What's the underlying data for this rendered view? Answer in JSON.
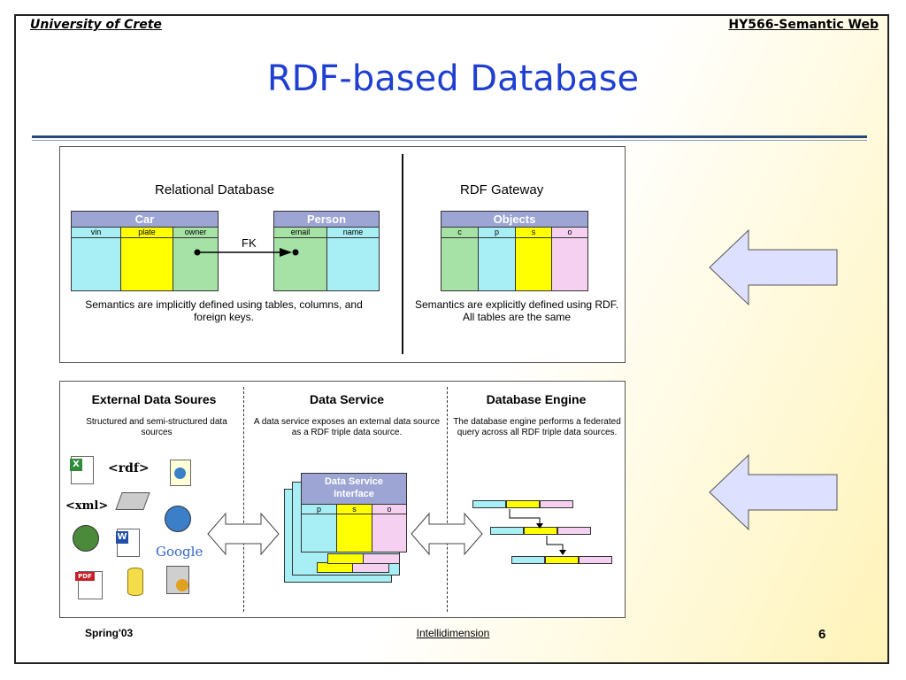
{
  "header": {
    "university": "University of Crete",
    "course": "HY566-Semantic Web"
  },
  "title": "RDF-based Database",
  "top_panel": {
    "relational_title": "Relational Database",
    "car_table": {
      "name": "Car",
      "columns": [
        "vin",
        "plate",
        "owner"
      ]
    },
    "fk_label": "FK",
    "person_table": {
      "name": "Person",
      "columns": [
        "email",
        "name"
      ]
    },
    "relational_caption": "Semantics are implicitly defined using tables, columns, and foreign keys.",
    "rdf_title": "RDF Gateway",
    "objects_table": {
      "name": "Objects",
      "columns": [
        "c",
        "p",
        "s",
        "o"
      ]
    },
    "rdf_caption": "Semantics are explicitly defined using RDF. All tables are the same"
  },
  "bottom_panel": {
    "col1_title": "External Data Soures",
    "col1_desc": "Structured and semi-structured data sources",
    "col2_title": "Data Service",
    "col2_desc": "A data service exposes an external data source as a RDF triple data source.",
    "col3_title": "Database Engine",
    "col3_desc": "The database engine performs a federated query across all RDF triple data sources.",
    "rdf_tag": "<rdf>",
    "xml_tag": "<xml>",
    "google_label": "Google",
    "pdf_label": "PDF",
    "xls_label": "X",
    "word_label": "W",
    "dsi_label_1": "Data Service",
    "dsi_label_2": "Interface",
    "dsi_columns": [
      "p",
      "s",
      "o"
    ]
  },
  "footer": {
    "left": "Spring'03",
    "center": "Intellidimension",
    "page": "6"
  },
  "colors": {
    "title_blue": "#1f3fd0",
    "table_head": "#9ca5d4",
    "cyan": "#a8eef5",
    "yellow": "#ffff00",
    "green": "#a6e1a6",
    "pink": "#f5d0f0",
    "arrow_fill": "#dde0ff"
  }
}
